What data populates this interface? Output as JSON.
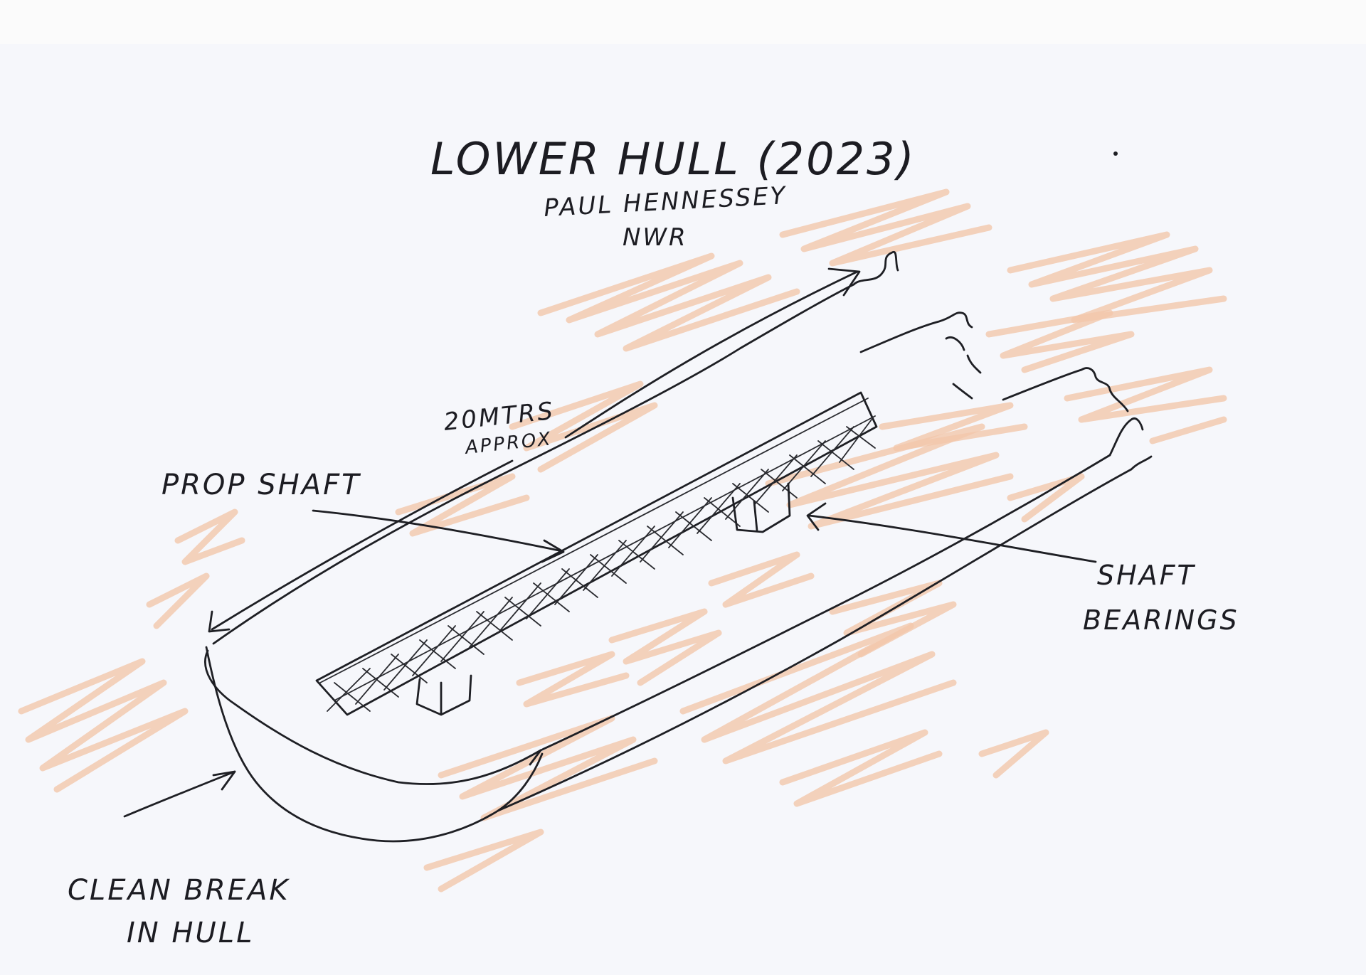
{
  "title": "LOWER HULL (2023)",
  "author": "PAUL HENNESSEY",
  "organisation": "NWR",
  "labels": {
    "length_value": "20MTRS",
    "length_qualifier": "APPROX",
    "prop_shaft": "PROP SHAFT",
    "shaft_bearings_line1": "SHAFT",
    "shaft_bearings_line2": "BEARINGS",
    "clean_break_line1": "CLEAN BREAK",
    "clean_break_line2": "IN HULL"
  },
  "colors": {
    "paper": "#f6f7fb",
    "ink": "#1e1f24",
    "sea_shading": "#f3c7ab"
  }
}
